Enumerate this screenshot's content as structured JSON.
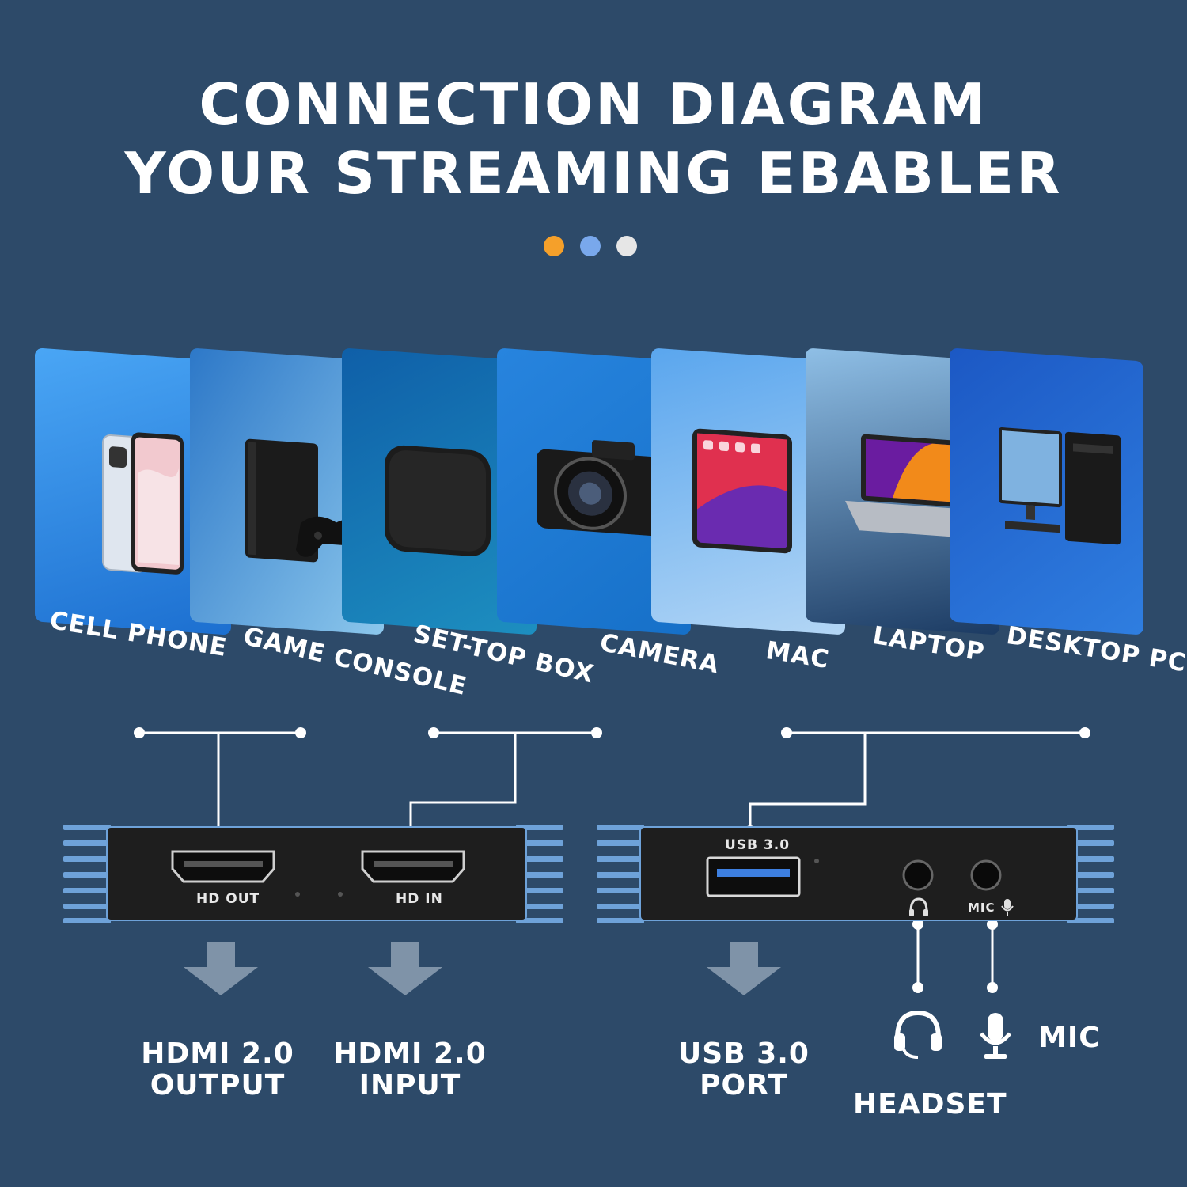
{
  "title": {
    "line1": "CONNECTION  DIAGRAM",
    "line2": "YOUR STREAMING EBABLER"
  },
  "dots": [
    "#f5a02a",
    "#79a8ec",
    "#e6e6e6"
  ],
  "devices": [
    {
      "label": "CELL PHONE",
      "icon": "cell-phone-icon"
    },
    {
      "label": "GAME CONSOLE",
      "icon": "game-console-icon"
    },
    {
      "label": "SET-TOP BOX",
      "icon": "set-top-box-icon"
    },
    {
      "label": "CAMERA",
      "icon": "camera-icon"
    },
    {
      "label": "MAC",
      "icon": "tablet-icon"
    },
    {
      "label": "LAPTOP",
      "icon": "laptop-icon"
    },
    {
      "label": "DESKTOP PC",
      "icon": "desktop-pc-icon"
    }
  ],
  "left_box": {
    "port_out": "HD OUT",
    "port_in": "HD IN"
  },
  "right_box": {
    "usb": "USB 3.0",
    "mic": "MIC"
  },
  "outputs": {
    "hdmi_out": {
      "line1": "HDMI 2.0",
      "line2": "OUTPUT"
    },
    "hdmi_in": {
      "line1": "HDMI 2.0",
      "line2": "INPUT"
    },
    "usb": {
      "line1": "USB 3.0",
      "line2": "PORT"
    },
    "headset": "HEADSET",
    "mic": "MIC"
  },
  "colors": {
    "background": "#2d4a69",
    "accent_blue": "#6ea2d9",
    "arrow_gray": "#7f93a8"
  }
}
